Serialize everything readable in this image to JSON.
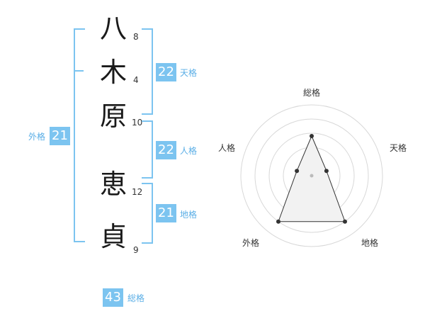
{
  "name": {
    "characters": [
      {
        "char": "八",
        "strokes": "8"
      },
      {
        "char": "木",
        "strokes": "4"
      },
      {
        "char": "原",
        "strokes": "10"
      },
      {
        "char": "恵",
        "strokes": "12"
      },
      {
        "char": "貞",
        "strokes": "9"
      }
    ]
  },
  "scores": {
    "tenkaku": {
      "value": "22",
      "label": "天格"
    },
    "jinkaku": {
      "value": "22",
      "label": "人格"
    },
    "chikaku": {
      "value": "21",
      "label": "地格"
    },
    "gaikaku": {
      "value": "21",
      "label": "外格"
    },
    "soukaku": {
      "value": "43",
      "label": "総格"
    }
  },
  "colors": {
    "accent": "#7cc4f0",
    "accent_text": "#5aaee6"
  },
  "chart_data": {
    "type": "radar",
    "axes": [
      "総格",
      "天格",
      "地格",
      "外格",
      "人格"
    ],
    "values": [
      0.56,
      0.22,
      0.8,
      0.8,
      0.22
    ],
    "rings": 5,
    "range": [
      0,
      1
    ]
  }
}
